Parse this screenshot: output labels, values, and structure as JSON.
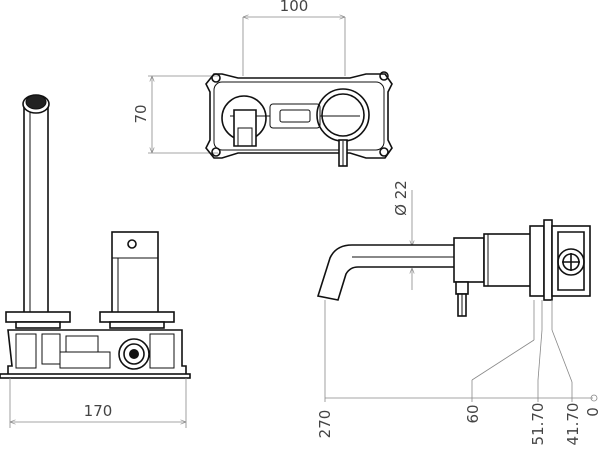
{
  "dimensions": {
    "top_width": "100",
    "top_height": "70",
    "diameter": "Ø 22",
    "front_width": "170",
    "side_270": "270",
    "side_60": "60",
    "side_51_70": "51.70",
    "side_41_70": "41.70",
    "side_0": "0"
  },
  "colors": {
    "ink": "#111111",
    "dimension": "#888888",
    "text": "#444444"
  }
}
